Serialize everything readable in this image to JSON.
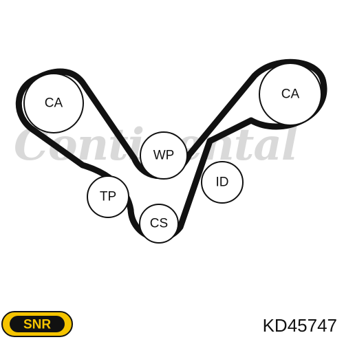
{
  "diagram": {
    "pulleys": [
      {
        "id": "ca-left",
        "label": "CA"
      },
      {
        "id": "ca-right",
        "label": "CA"
      },
      {
        "id": "wp",
        "label": "WP"
      },
      {
        "id": "id",
        "label": "ID"
      },
      {
        "id": "tp",
        "label": "TP"
      },
      {
        "id": "cs",
        "label": "CS"
      }
    ],
    "watermark_text": "Continental"
  },
  "brand": {
    "logo_text": "SNR",
    "colors": {
      "logo_yellow": "#f5c400",
      "logo_black": "#111111"
    }
  },
  "part_number": "KD45747",
  "colors": {
    "belt": "#111111",
    "watermark": "#d9d9d9"
  }
}
